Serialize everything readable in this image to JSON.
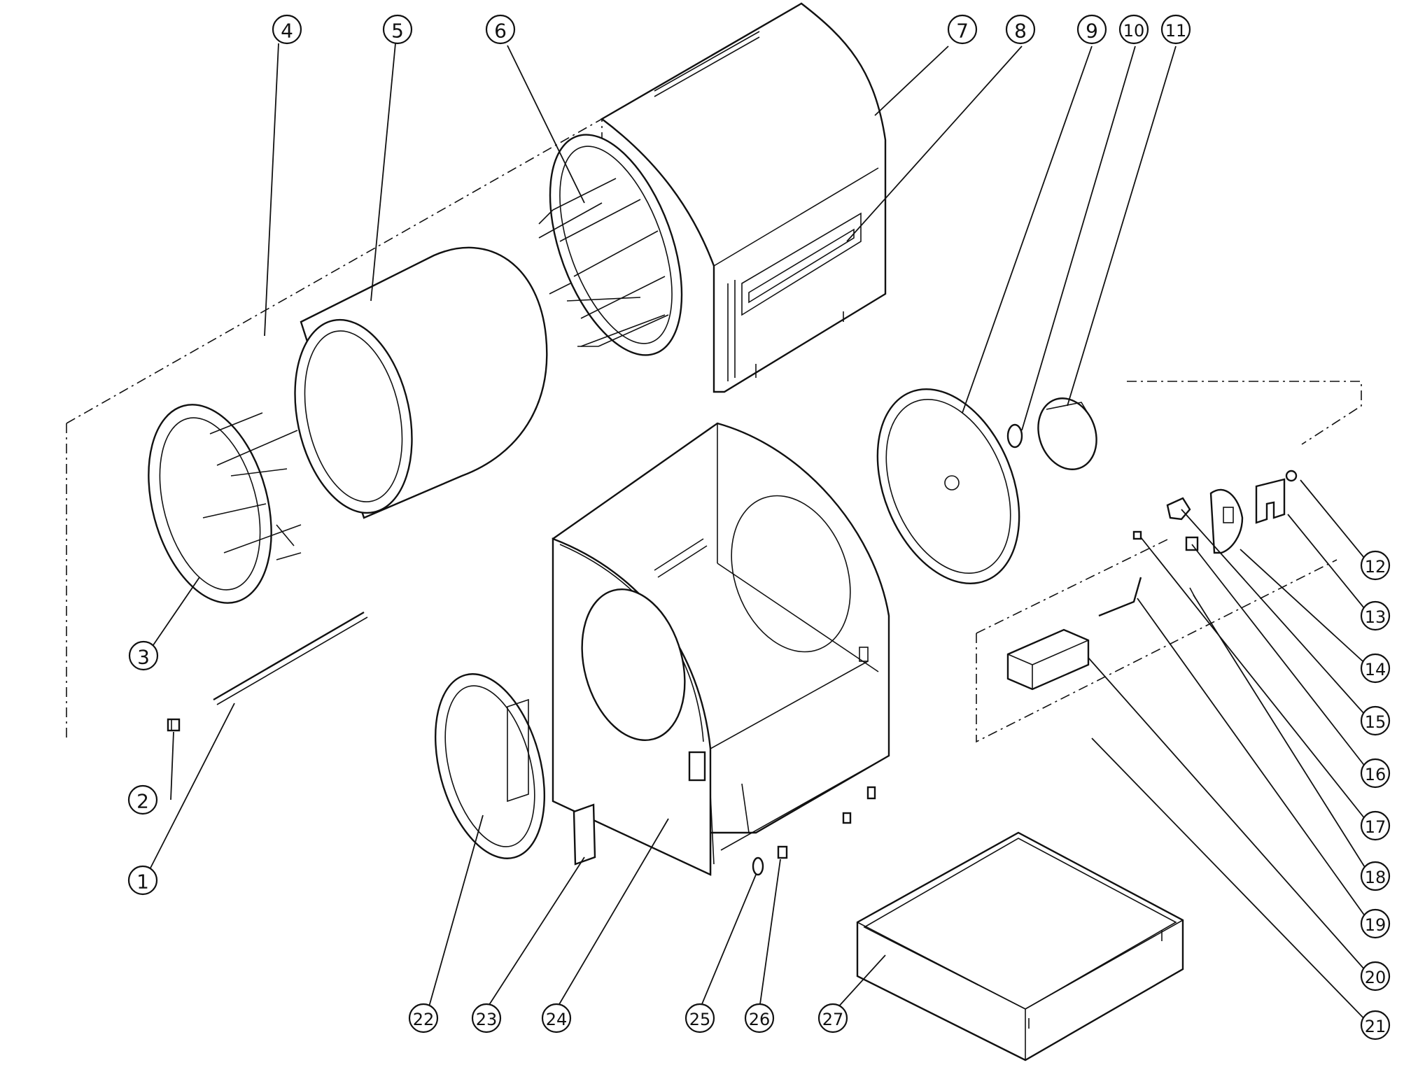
{
  "diagram": {
    "callouts": [
      {
        "id": "1"
      },
      {
        "id": "2"
      },
      {
        "id": "3"
      },
      {
        "id": "4"
      },
      {
        "id": "5"
      },
      {
        "id": "6"
      },
      {
        "id": "7"
      },
      {
        "id": "8"
      },
      {
        "id": "9"
      },
      {
        "id": "10"
      },
      {
        "id": "11"
      },
      {
        "id": "12"
      },
      {
        "id": "13"
      },
      {
        "id": "14"
      },
      {
        "id": "15"
      },
      {
        "id": "16"
      },
      {
        "id": "17"
      },
      {
        "id": "18"
      },
      {
        "id": "19"
      },
      {
        "id": "20"
      },
      {
        "id": "21"
      },
      {
        "id": "22"
      },
      {
        "id": "23"
      },
      {
        "id": "24"
      },
      {
        "id": "25"
      },
      {
        "id": "26"
      },
      {
        "id": "27"
      }
    ],
    "line_color": "#111111",
    "background": "#ffffff"
  }
}
